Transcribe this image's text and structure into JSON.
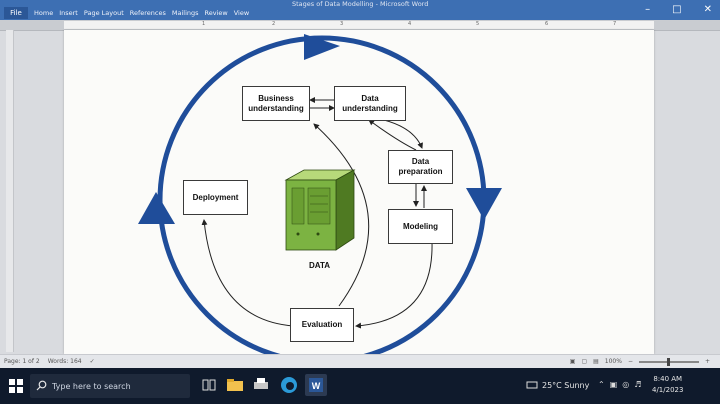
{
  "window": {
    "title": "Stages of Data Modelling - Microsoft Word",
    "file_tab": "File",
    "tabs": [
      "Home",
      "Insert",
      "Page Layout",
      "References",
      "Mailings",
      "Review",
      "View"
    ]
  },
  "ruler": {
    "numbers": [
      "1",
      "2",
      "3",
      "4",
      "5",
      "6",
      "7"
    ]
  },
  "diagram": {
    "nodes": {
      "business": "Business understanding",
      "data_understanding": "Data understanding",
      "data_preparation": "Data preparation",
      "modeling": "Modeling",
      "evaluation": "Evaluation",
      "deployment": "Deployment"
    },
    "center_label": "DATA"
  },
  "statusbar": {
    "page": "Page: 1 of 2",
    "words": "Words: 164",
    "zoom": "100%"
  },
  "taskbar": {
    "search_placeholder": "Type here to search",
    "weather": "25°C  Sunny",
    "time": "8:40 AM",
    "date": "4/1/2023"
  },
  "colors": {
    "cycle_blue": "#1f4d9a",
    "server_green": "#7cb342",
    "word_blue": "#2b5797"
  }
}
